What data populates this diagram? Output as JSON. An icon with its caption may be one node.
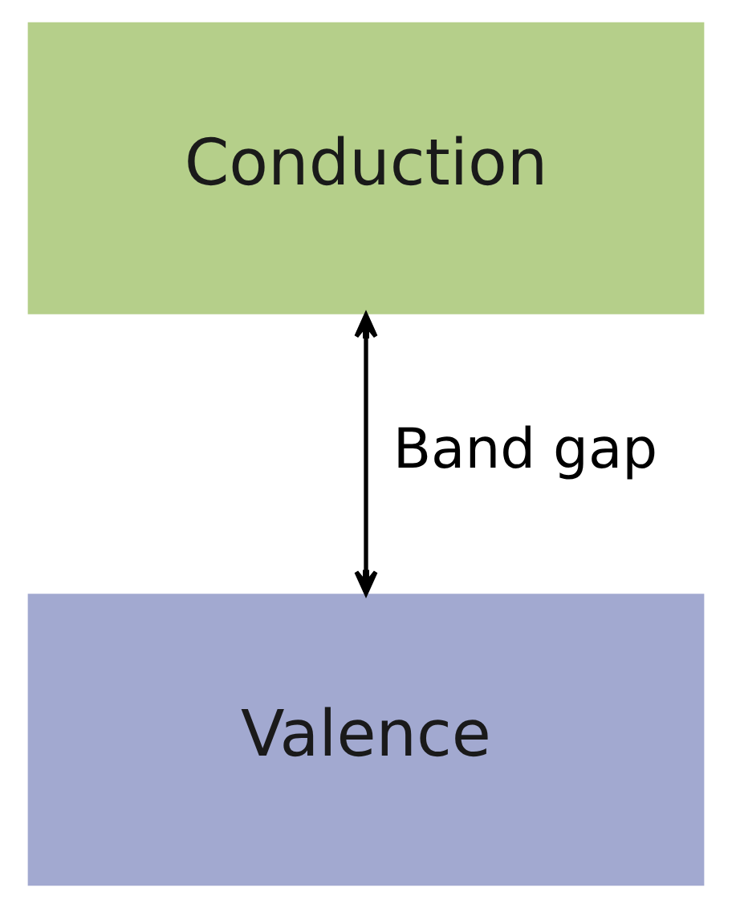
{
  "diagram": {
    "nodes": [
      {
        "text": [
          "Conduction"
        ]
      },
      {
        "text": [
          "Valence"
        ]
      }
    ],
    "edges": [
      {
        "from": 0,
        "to": 1,
        "arrow": "both",
        "label": "Band gap"
      }
    ]
  }
}
